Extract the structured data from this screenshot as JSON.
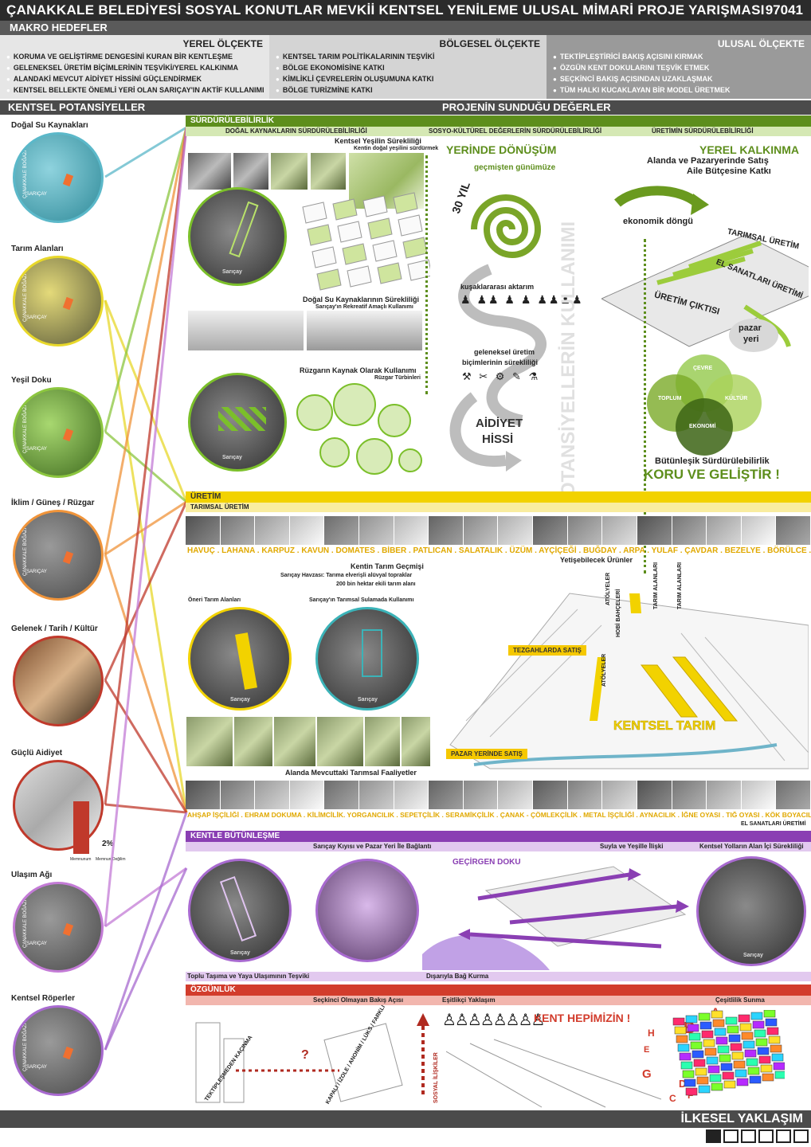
{
  "header": {
    "title": "ÇANAKKALE BELEDİYESİ SOSYAL KONUTLAR MEVKİİ KENTSEL YENİLEME ULUSAL MİMARİ PROJE YARIŞMASI",
    "number": "97041",
    "makro": "MAKRO HEDEFLER"
  },
  "scales": {
    "local": {
      "title": "YEREL ÖLÇEKTE",
      "items": [
        "KORUMA VE GELİŞTİRME DENGESİNİ KURAN BİR KENTLEŞME",
        "GELENEKSEL ÜRETİM BİÇİMLERİNİN TEŞVİKİ/YEREL KALKINMA",
        "ALANDAKİ MEVCUT AİDİYET HİSSİNİ GÜÇLENDİRMEK",
        "KENTSEL BELLEKTE ÖNEMLİ YERİ OLAN SARIÇAY'IN AKTİF KULLANIMI"
      ]
    },
    "regional": {
      "title": "BÖLGESEL ÖLÇEKTE",
      "items": [
        "KENTSEL TARIM POLİTİKALARININ TEŞVİKİ",
        "BÖLGE EKONOMİSİNE KATKI",
        "KİMLİKLİ ÇEVRELERİN OLUŞUMUNA KATKI",
        "BÖLGE TURİZMİNE KATKI"
      ]
    },
    "national": {
      "title": "ULUSAL ÖLÇEKTE",
      "items": [
        "TEKTİPLEŞTİRİCİ BAKIŞ AÇISINI KIRMAK",
        "ÖZGÜN KENT DOKULARINI TEŞVİK ETMEK",
        "SEÇKİNCİ BAKIŞ AÇISINDAN UZAKLAŞMAK",
        "TÜM HALKI KUCAKLAYAN BİR MODEL ÜRETMEK"
      ]
    }
  },
  "left": {
    "title": "KENTSEL  POTANSİYELLER",
    "potentials": [
      {
        "label": "Doğal Su Kaynakları",
        "color": "#5bb8c9"
      },
      {
        "label": "Tarım Alanları",
        "color": "#e8d82a"
      },
      {
        "label": "Yeşil Doku",
        "color": "#8cc63f"
      },
      {
        "label": "İklim / Güneş / Rüzgar",
        "color": "#f0943a"
      },
      {
        "label": "Gelenek / Tarih / Kültür",
        "color": "#c0392b"
      },
      {
        "label": "Güçlü Aidiyet",
        "color": "#c0392b"
      },
      {
        "label": "Ulaşım Ağı",
        "color": "#c37bd6"
      },
      {
        "label": "Kentsel Röperler",
        "color": "#a86ad0"
      }
    ],
    "map_label": "ÇANAKKALE BOĞAZI",
    "map_label2": "SARIÇAY",
    "bar_pct": "2%",
    "bar_labels": [
      "Memnunum",
      "Memnun Değilim"
    ]
  },
  "values_title": "PROJENİN SUNDUĞU DEĞERLER",
  "sustain": {
    "title": "SÜRDÜRÜLEBİLİRLİK",
    "subs": [
      "DOĞAL KAYNAKLARIN SÜRDÜRÜLEBİLİRLİĞİ",
      "SOSYO-KÜLTÜREL DEĞERLERİN SÜRDÜRÜLEBİLİRLİĞİ",
      "ÜRETİMİN SÜRDÜRÜLEBİLİRLİĞİ"
    ],
    "green_title": "Kentsel Yeşilin Sürekliliği",
    "green_sub": "Kentin doğal yeşilini sürdürmek",
    "water_title": "Doğal Su Kaynaklarının Sürekliliği",
    "water_sub": "Sarıçay'ın Rekreatif Amaçlı Kullanımı",
    "wind_title": "Rüzgarın Kaynak Olarak Kullanımı",
    "wind_sub": "Rüzgar Türbinleri",
    "map_sarıcay": "Sarıçay",
    "transform": "YERİNDE DÖNÜŞÜM",
    "years": "30 YIL",
    "past": "geçmişten günümüze",
    "gen": "kuşaklararası aktarım",
    "trad1": "geleneksel üretim",
    "trad2": "biçimlerinin sürekliliği",
    "belong1": "AİDİYET",
    "belong2": "HİSSİ",
    "vertical": "POTANSİYELLERİN KULLANIMI",
    "local_dev": "YEREL KALKINMA",
    "local_dev_sub1": "Alanda ve Pazaryerinde Satış",
    "local_dev_sub2": "Aile Bütçesine Katkı",
    "eco_cycle": "ekonomik döngü",
    "agri_prod": "TARIMSAL ÜRETİM",
    "craft_prod": "EL SANATLARI ÜRETİMİ",
    "output": "ÜRETİM ÇIKTISI",
    "market1": "pazar",
    "market2": "yeri",
    "venn": [
      "ÇEVRE",
      "TOPLUM",
      "KÜLTÜR",
      "EKONOMİ"
    ],
    "integrated": "Bütünleşik Sürdürülebilirlik",
    "protect": "KORU VE GELİŞTİR !"
  },
  "production": {
    "title": "ÜRETİM",
    "sub": "TARIMSAL ÜRETİM",
    "crops": "HAVUÇ . LAHANA . KARPUZ . KAVUN . DOMATES . BİBER . PATLICAN . SALATALIK .  ÜZÜM . AYÇİÇEĞİ . BUĞDAY . ARPA . YULAF . ÇAVDAR . BEZELYE . BÖRÜLCE . TÜTÜN",
    "growable": "Yetişebilecek Ürünler",
    "history": "Kentin Tarım Geçmişi",
    "history_sub1": "Sarıçay Havzası: Tarıma elverişli alüvyal topraklar",
    "history_sub2": "200 bin hektar ekili tarım alanı",
    "proposed": "Öneri Tarım Alanları",
    "irrigation": "Sarıçay'ın Tarımsal Sulamada  Kullanımı",
    "current": "Alanda Mevcuttaki Tarımsal Faaliyetler",
    "urban_agri": "KENTSEL TARIM",
    "tags": [
      "TEZGAHLARDA SATIŞ",
      "PAZAR YERİNDE SATIŞ",
      "ATÖLYELER",
      "HOBİ BAHÇELERİ",
      "ATÖLYELER",
      "TARIM ALANLARI",
      "TARIM ALANLARI"
    ],
    "crafts": "AHŞAP İŞÇİLİĞİ . EHRAM DOKUMA . KİLİMCİLİK. YORGANCILIK . SEPETÇİLİK . SERAMİKÇİLİK . ÇANAK - ÇÖMLEKÇİLİK . METAL İŞÇİLİĞİ . AYNACILIK .  İĞNE OYASI . TIĞ OYASI . KÖK BOYACILIĞI",
    "crafts_label": "EL SANATLARI ÜRETİMİ"
  },
  "integration": {
    "title": "KENTLE BÜTÜNLEŞME",
    "c1": "Sarıçay Kıyısı ve Pazar Yeri İle Bağlantı",
    "c2": "Suyla ve Yeşille İlişki",
    "c3": "Kentsel Yolların Alan İçi Sürekliliği",
    "porous": "GEÇİRGEN DOKU",
    "b1": "Toplu Taşıma ve Yaya Ulaşımının Teşviki",
    "b2": "Dışarıyla Bağ Kurma"
  },
  "originality": {
    "title": "ÖZGÜNLÜK",
    "c1": "Seçkinci Olmayan Bakış Açısı",
    "c2": "Eşitlikçi Yaklaşım",
    "c3": "Çeşitlilik Sunma",
    "slogan": "KENT HEPİMİZİN !",
    "diag1": "TEKTİPLEŞMEDEN KAÇINMA",
    "diag2": "KAPALI / İZOLE / ANONİM / LÜKS / FARKLI",
    "diag3": "SOSYAL İLİŞKİLER",
    "q": "?",
    "letters": [
      "A",
      "B",
      "C",
      "D",
      "E",
      "F",
      "G",
      "H"
    ]
  },
  "footer": {
    "title": "İLKESEL YAKLAŞIM"
  },
  "colors": {
    "green": "#6a9a1f",
    "yellow": "#f2d200",
    "purple": "#8a3fb3",
    "red": "#d23c2c"
  }
}
